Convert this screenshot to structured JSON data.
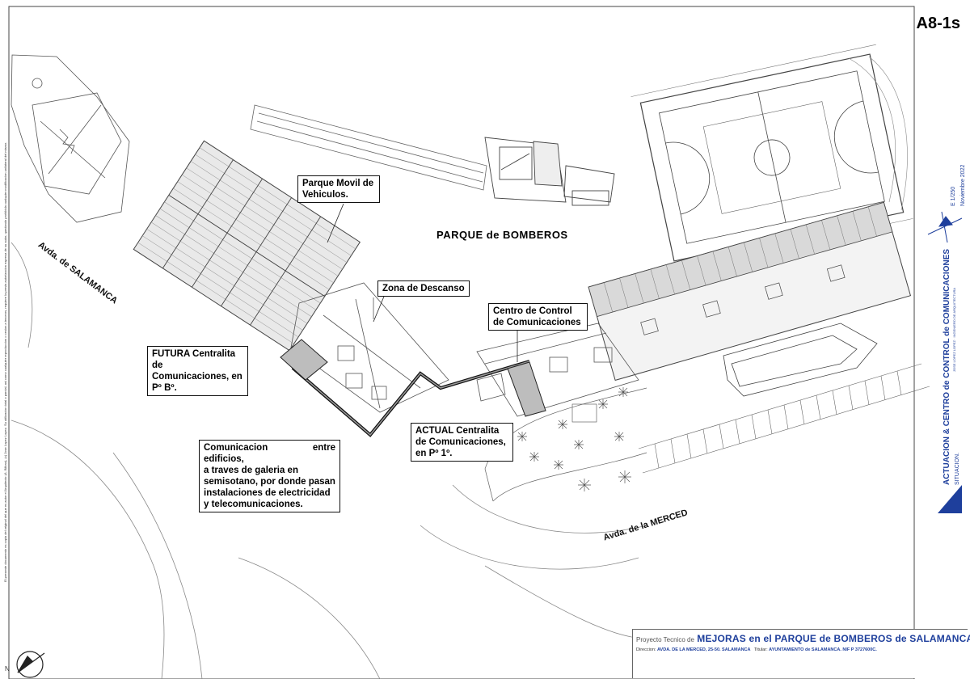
{
  "sheet": {
    "code": "A8-1s",
    "vertical_note": "El presente documento es copia del original del que es autor el Arquitecto (A. Bilbao), (c) Jose Lopez Lopez. Su utilizacion total o parcial, asi como cualquier reproduccion o cesion a terceros, requiere la previa autorizacion expresa de su autor, quedando prohibida cualquier modificacion unilateral del mismo."
  },
  "labels": {
    "parque_movil": "Parque Movil de\nVehiculos.",
    "parque_bomberos": "PARQUE de BOMBEROS",
    "zona_descanso": "Zona de Descanso",
    "centro_control": "Centro de Control\nde Comunicaciones",
    "futura": "FUTURA Centralita de\nComunicaciones, en\nPº Bº.",
    "actual": "ACTUAL Centralita\nde Comunicaciones,\nen Pº 1º.",
    "comunicacion": "Comunicacion entre edificios,\na traves de galeria en\nsemisotano, por donde pasan\ninstalaciones de electricidad\ny telecomunicaciones."
  },
  "streets": {
    "salamanca": "Avda. de SALAMANCA",
    "merced": "Avda. de la MERCED"
  },
  "title_block": {
    "prefix": "Proyecto Tecnico de",
    "title": "MEJORAS en el PARQUE de BOMBEROS de SALAMANCA.",
    "direccion_label": "Direccion:",
    "direccion": "AVDA. DE LA MERCED, 25-50. SALAMANCA",
    "titular_label": "Titular:",
    "titular": "AYUNTAMIENTO de SALAMANCA. NIF P 3727600C."
  },
  "side_block": {
    "title": "ACTUACION & CENTRO de CONTROL de COMUNICACIONES",
    "sub": "JOSE LOPEZ LOPEZ · INGENIERO DE ARQUITECTURA",
    "situacion": "SITUACION.",
    "escala": "E 1/250",
    "fecha": "Noviembre 2022"
  },
  "north": {
    "letter": "N"
  },
  "colors": {
    "ink": "#1a1a1a",
    "accent": "#1e3f9c",
    "fill_gray": "#bdbdbd"
  }
}
